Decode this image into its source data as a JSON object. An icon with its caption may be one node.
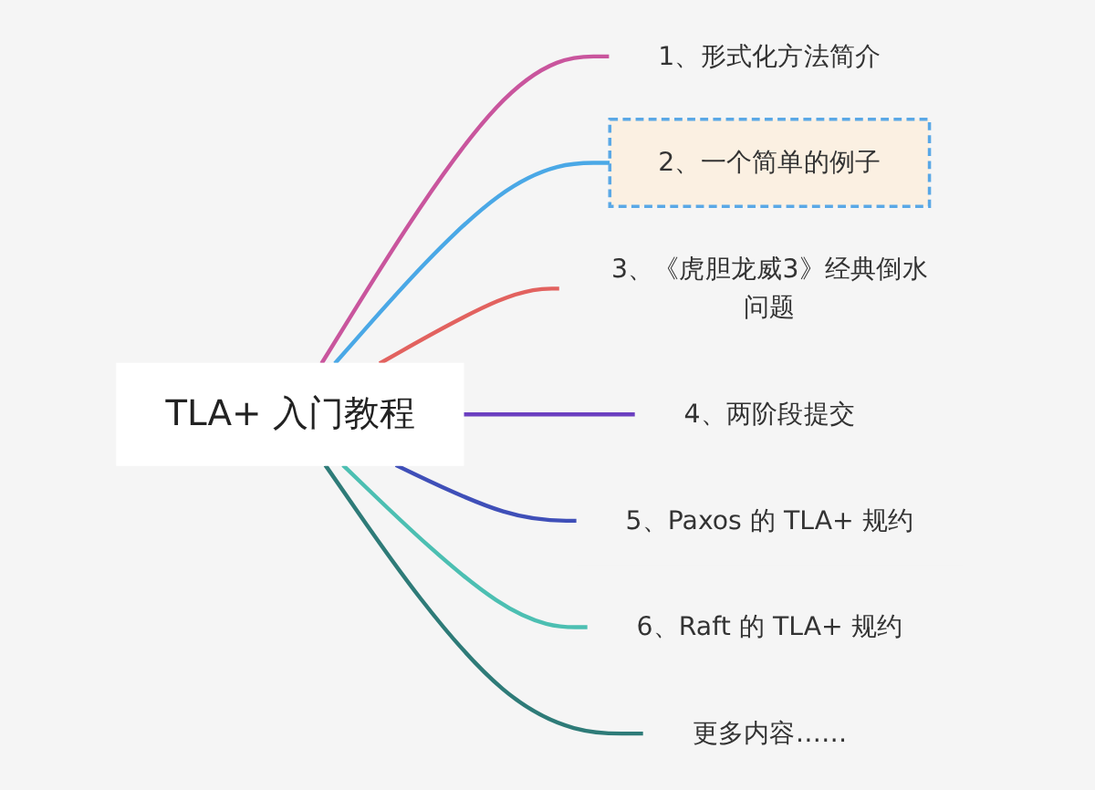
{
  "diagram": {
    "nodes": [
      {
        "text": [
          "TLA+ 入门教程"
        ]
      },
      {
        "text": [
          "1、形式化方法简介"
        ]
      },
      {
        "text": [
          "2、一个简单的例子"
        ]
      },
      {
        "text": [
          "3、《虎胆龙威3》经典倒水问题"
        ]
      },
      {
        "text": [
          "4、两阶段提交"
        ]
      },
      {
        "text": [
          "5、Paxos 的 TLA+ 规约"
        ]
      },
      {
        "text": [
          "6、Raft 的 TLA+ 规约"
        ]
      },
      {
        "text": [
          "更多内容……"
        ]
      }
    ],
    "edges": [
      {
        "from": 0,
        "to": 1,
        "arrow": "none",
        "color": "#c9559d"
      },
      {
        "from": 0,
        "to": 2,
        "arrow": "none",
        "color": "#4aa8e6"
      },
      {
        "from": 0,
        "to": 3,
        "arrow": "none",
        "color": "#e2625f"
      },
      {
        "from": 0,
        "to": 4,
        "arrow": "none",
        "color": "#6b3fc0"
      },
      {
        "from": 0,
        "to": 5,
        "arrow": "none",
        "color": "#3f4fb8"
      },
      {
        "from": 0,
        "to": 6,
        "arrow": "none",
        "color": "#4cbfb2"
      },
      {
        "from": 0,
        "to": 7,
        "arrow": "none",
        "color": "#2e7b78"
      }
    ]
  }
}
